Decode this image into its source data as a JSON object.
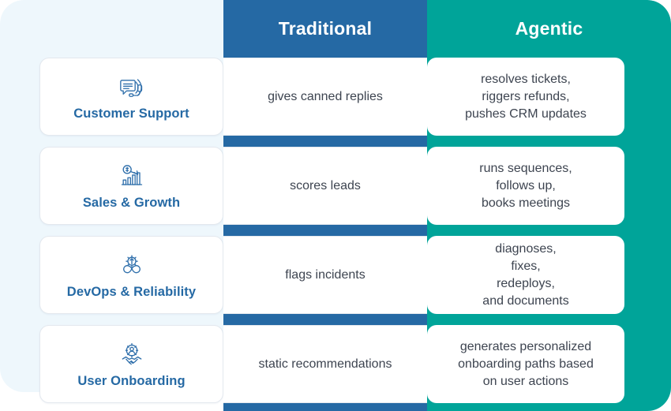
{
  "colors": {
    "traditional_band": "#2569a4",
    "agentic_band": "#00a499",
    "panel_background": "#eef7fc",
    "label_text": "#2569a4",
    "body_text": "#3d4450",
    "card_background": "#ffffff"
  },
  "header": {
    "label_column": "",
    "traditional": "Traditional",
    "agentic": "Agentic"
  },
  "rows": [
    {
      "icon": "headset-support-icon",
      "label": "Customer Support",
      "traditional": "gives canned replies",
      "agentic": "resolves tickets,\nriggers refunds,\npushes CRM updates"
    },
    {
      "icon": "growth-chart-coin-icon",
      "label": "Sales & Growth",
      "traditional": "scores leads",
      "agentic": "runs sequences,\nfollows up,\nbooks meetings"
    },
    {
      "icon": "devops-infinity-gear-icon",
      "label": "DevOps & Reliability",
      "traditional": "flags incidents",
      "agentic": "diagnoses,\nfixes,\nredeploys,\nand documents"
    },
    {
      "icon": "user-gear-handshake-icon",
      "label": "User Onboarding",
      "traditional": "static recommendations",
      "agentic": "generates personalized\nonboarding paths based\non user actions"
    }
  ]
}
